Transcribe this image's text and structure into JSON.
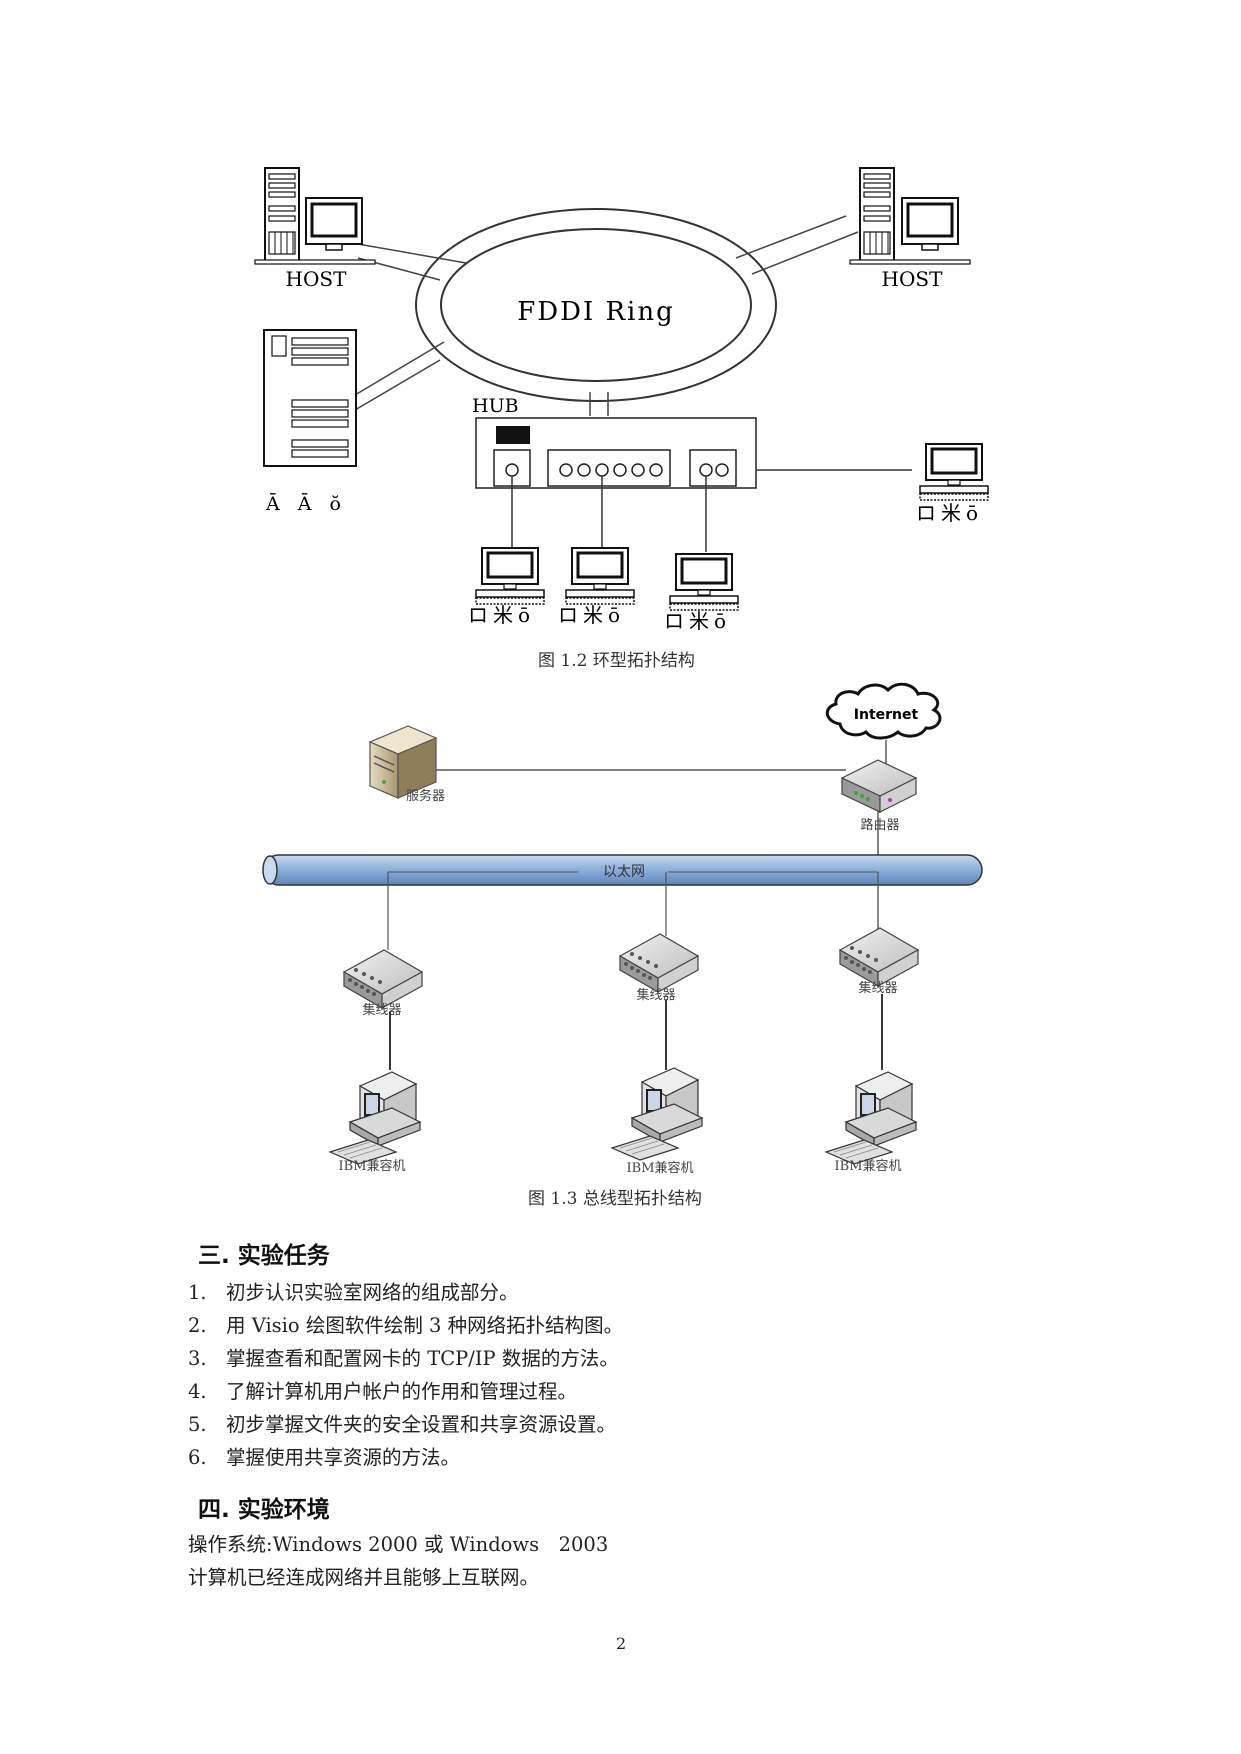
{
  "figure_ring": {
    "ring_label": "FDDI Ring",
    "host_left_label": "HOST",
    "host_right_label": "HOST",
    "hub_label": "HUB",
    "server_glyphs": "Ā Ā ŏ",
    "pc_glyphs": "ロ米ō",
    "caption": "图 1.2  环型拓扑结构"
  },
  "figure_bus": {
    "internet_label": "Internet",
    "server_label": "服务器",
    "router_label": "路由器",
    "bus_label": "以太网",
    "hub_label": "集线器",
    "pc_label": "IBM兼容机",
    "caption": "图 1.3  总线型拓扑结构"
  },
  "section3": {
    "heading": "三. 实验任务",
    "tasks": [
      {
        "num": "1.",
        "text": "初步认识实验室网络的组成部分。"
      },
      {
        "num": "2.",
        "text": "用 Visio 绘图软件绘制 3 种网络拓扑结构图。"
      },
      {
        "num": "3.",
        "text": "掌握查看和配置网卡的 TCP/IP 数据的方法。"
      },
      {
        "num": "4.",
        "text": "了解计算机用户帐户的作用和管理过程。"
      },
      {
        "num": "5.",
        "text": "初步掌握文件夹的安全设置和共享资源设置。"
      },
      {
        "num": "6.",
        "text": "掌握使用共享资源的方法。"
      }
    ]
  },
  "section4": {
    "heading": "四. 实验环境",
    "lines": [
      "操作系统:Windows 2000 或 Windows　2003",
      "计算机已经连成网络并且能够上互联网。"
    ]
  },
  "page_number": "2"
}
